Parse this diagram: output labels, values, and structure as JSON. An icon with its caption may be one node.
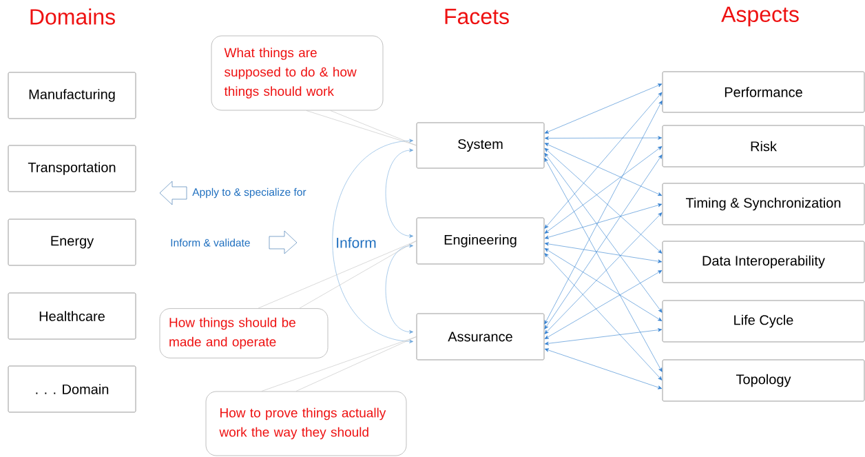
{
  "diagram": {
    "nodes": [
      {
        "text": [
          "Manufacturing"
        ]
      },
      {
        "text": [
          "Transportation"
        ]
      },
      {
        "text": [
          "Energy"
        ]
      },
      {
        "text": [
          "Healthcare"
        ]
      },
      {
        "text": [
          ". . . Domain"
        ]
      },
      {
        "text": [
          "System"
        ]
      },
      {
        "text": [
          "Engineering"
        ]
      },
      {
        "text": [
          "Assurance"
        ]
      },
      {
        "text": [
          "Performance"
        ]
      },
      {
        "text": [
          "Risk"
        ]
      },
      {
        "text": [
          "Timing & Synchronization"
        ]
      },
      {
        "text": [
          "Data Interoperability"
        ]
      },
      {
        "text": [
          "Life Cycle"
        ]
      },
      {
        "text": [
          "Topology"
        ]
      },
      {
        "text": [
          "What things are supposed to do & how things should work"
        ]
      },
      {
        "text": [
          "How things should be made and operate"
        ]
      },
      {
        "text": [
          "How to prove things actually work the way they should"
        ]
      }
    ],
    "edges": [
      {
        "from": 5,
        "to": 8,
        "arrow": "both"
      },
      {
        "from": 5,
        "to": 9,
        "arrow": "both"
      },
      {
        "from": 5,
        "to": 10,
        "arrow": "both"
      },
      {
        "from": 5,
        "to": 11,
        "arrow": "both"
      },
      {
        "from": 5,
        "to": 12,
        "arrow": "both"
      },
      {
        "from": 5,
        "to": 13,
        "arrow": "both"
      },
      {
        "from": 6,
        "to": 8,
        "arrow": "both"
      },
      {
        "from": 6,
        "to": 9,
        "arrow": "both"
      },
      {
        "from": 6,
        "to": 10,
        "arrow": "both"
      },
      {
        "from": 6,
        "to": 11,
        "arrow": "both"
      },
      {
        "from": 6,
        "to": 12,
        "arrow": "both"
      },
      {
        "from": 6,
        "to": 13,
        "arrow": "both"
      },
      {
        "from": 7,
        "to": 8,
        "arrow": "both"
      },
      {
        "from": 7,
        "to": 9,
        "arrow": "both"
      },
      {
        "from": 7,
        "to": 10,
        "arrow": "both"
      },
      {
        "from": 7,
        "to": 11,
        "arrow": "both"
      },
      {
        "from": 7,
        "to": 12,
        "arrow": "both"
      },
      {
        "from": 7,
        "to": 13,
        "arrow": "both"
      },
      {
        "from": 5,
        "to": 6,
        "arrow": "both",
        "color": "#6fa8dc"
      },
      {
        "from": 6,
        "to": 7,
        "arrow": "both",
        "color": "#6fa8dc"
      },
      {
        "from": 5,
        "to": 7,
        "arrow": "both",
        "color": "#6fa8dc"
      },
      {
        "from": 14,
        "to": 5,
        "arrow": "none",
        "color": "#bfbfbf"
      },
      {
        "from": 15,
        "to": 6,
        "arrow": "none",
        "color": "#bfbfbf"
      },
      {
        "from": 16,
        "to": 7,
        "arrow": "none",
        "color": "#bfbfbf"
      }
    ],
    "labels": [
      "Domains",
      "Facets",
      "Aspects",
      "Apply to & specialize for",
      "Inform & validate",
      "Inform"
    ]
  }
}
